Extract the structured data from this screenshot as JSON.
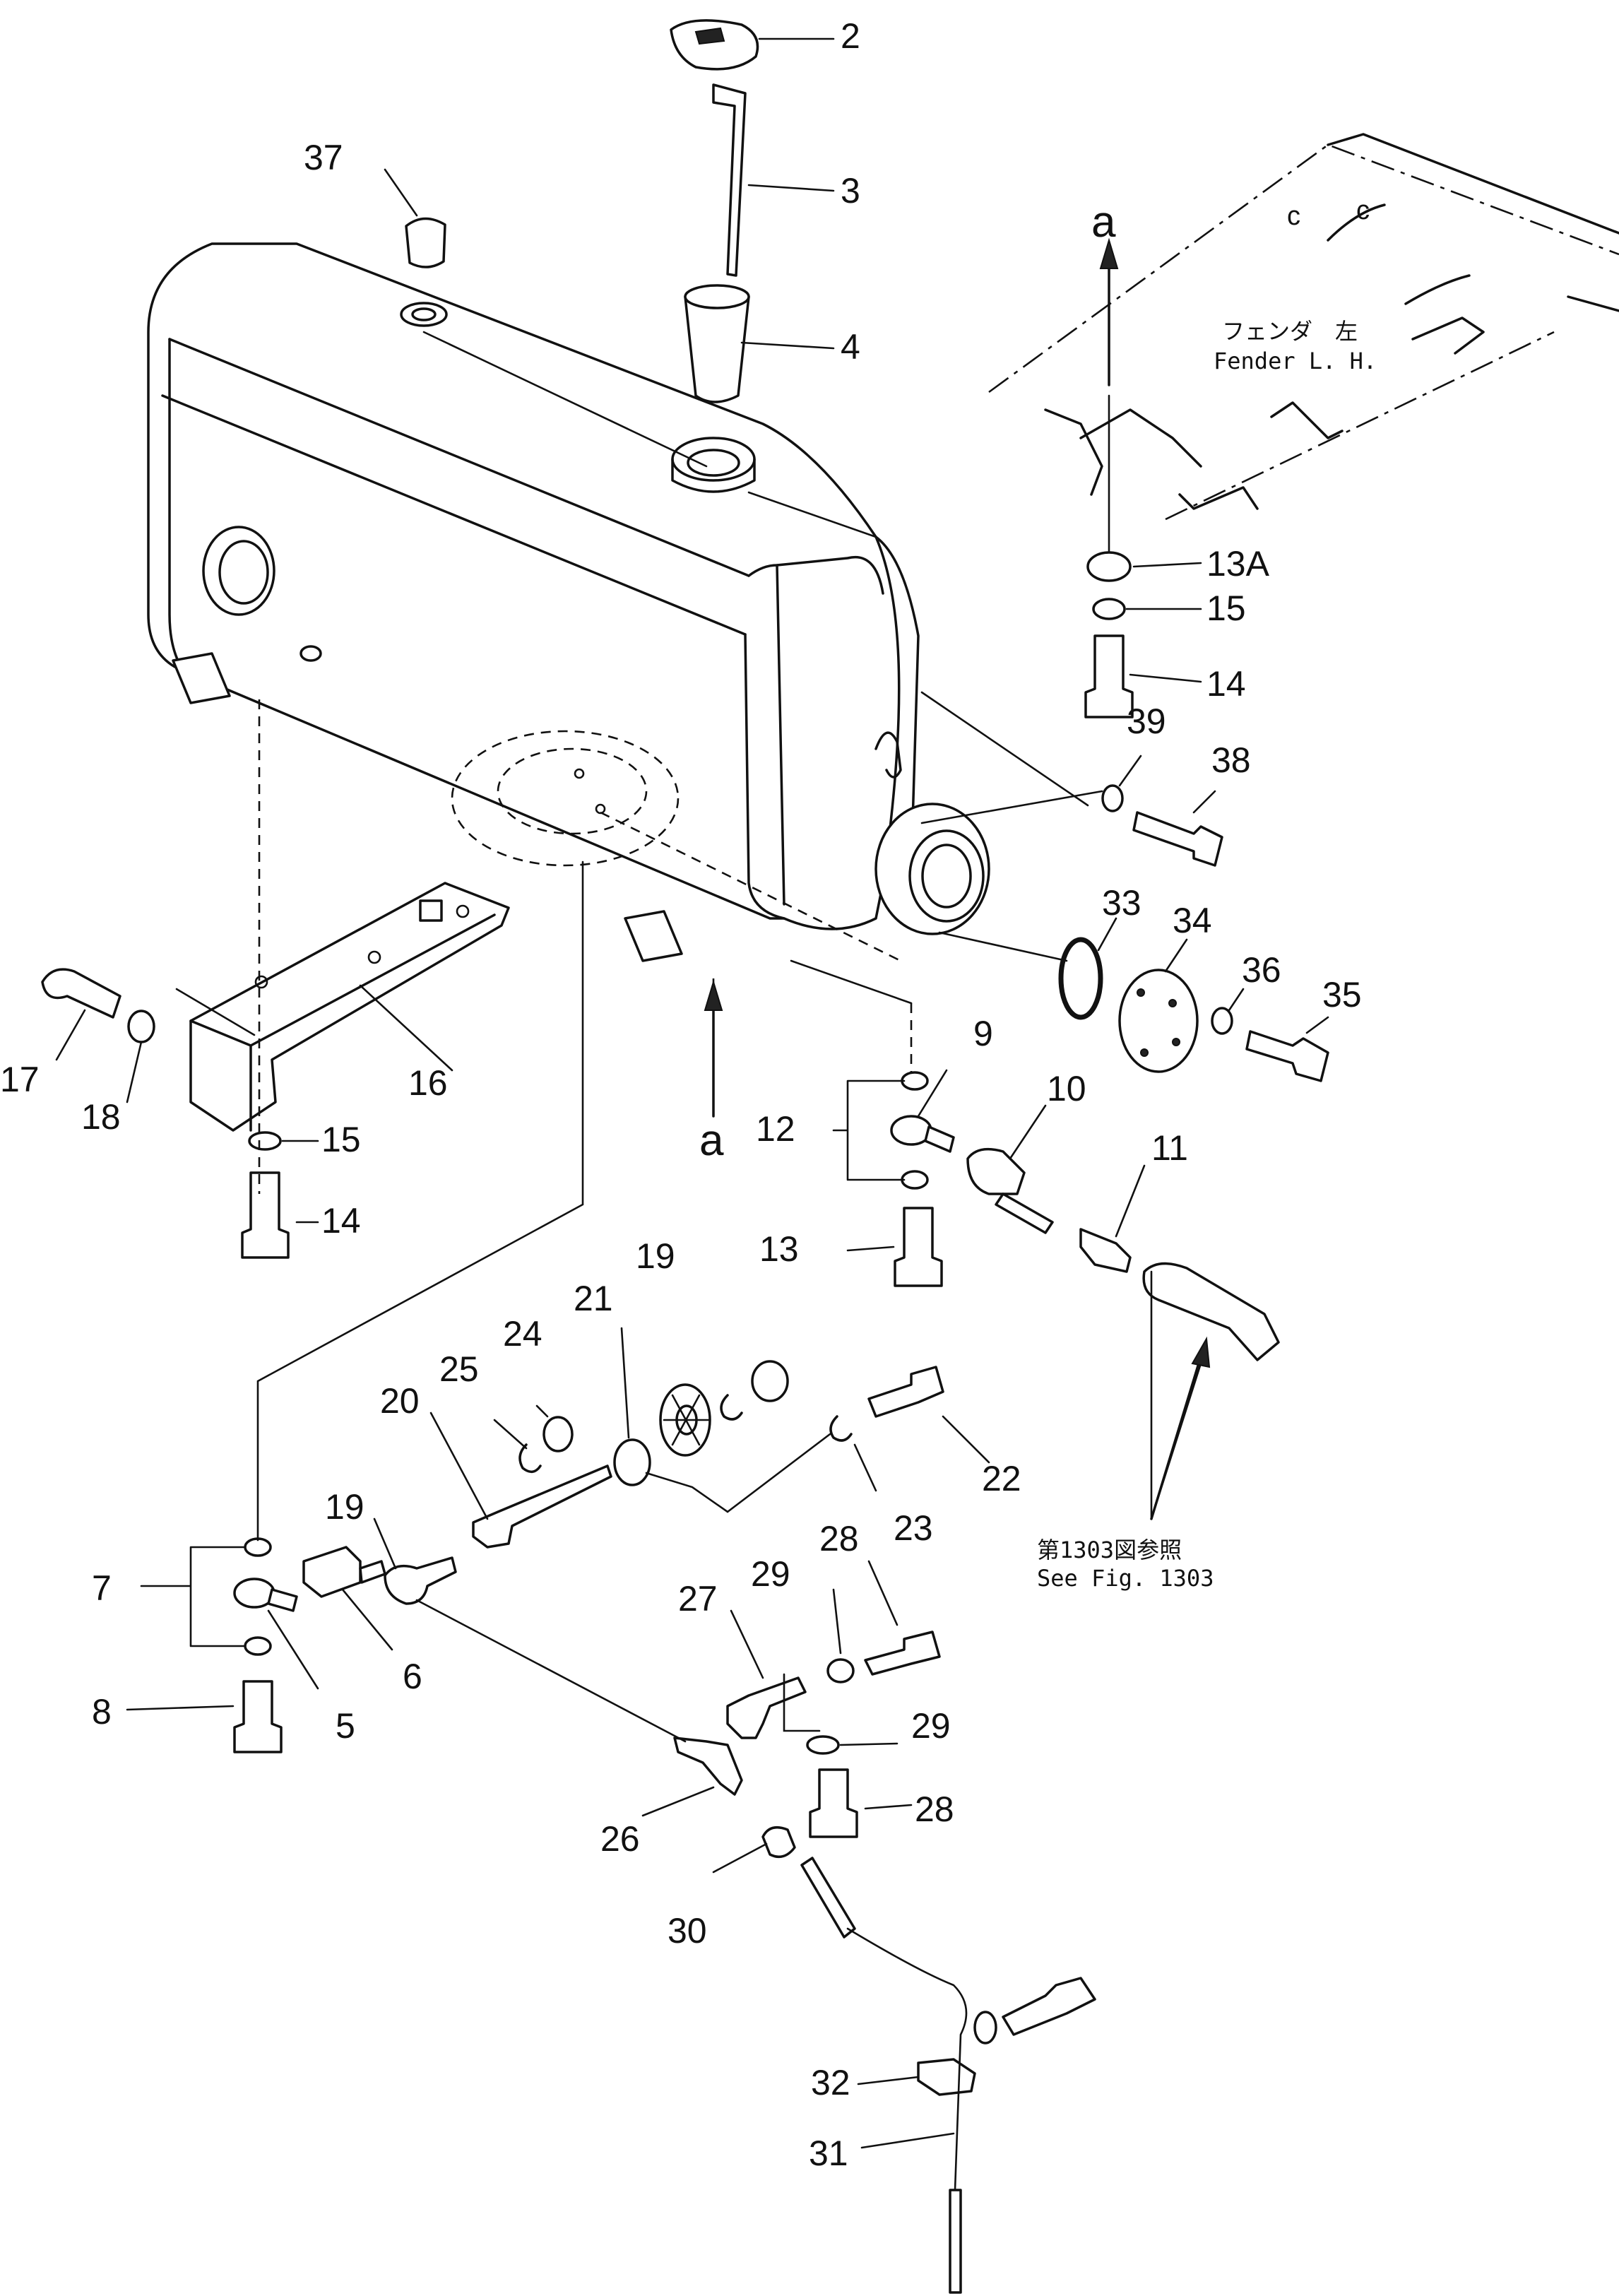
{
  "callouts": {
    "n2": "2",
    "n3": "3",
    "n4": "4",
    "n37": "37",
    "n13A": "13A",
    "n15a": "15",
    "n14a": "14",
    "n39": "39",
    "n38": "38",
    "n33": "33",
    "n34": "34",
    "n36": "36",
    "n35": "35",
    "n9": "9",
    "n10": "10",
    "n11": "11",
    "n12": "12",
    "n13": "13",
    "n17": "17",
    "n18": "18",
    "n16": "16",
    "n15b": "15",
    "n14b": "14",
    "n19a": "19",
    "n21": "21",
    "n24": "24",
    "n25": "25",
    "n20": "20",
    "n19b": "19",
    "n22": "22",
    "n23": "23",
    "n7": "7",
    "n5": "5",
    "n6": "6",
    "n8": "8",
    "n28a": "28",
    "n29a": "29",
    "n27": "27",
    "n29b": "29",
    "n28b": "28",
    "n26": "26",
    "n30": "30",
    "n32": "32",
    "n31": "31"
  },
  "ref_markers": {
    "top": "a",
    "bottom": "a"
  },
  "fender_label": {
    "jp": "フェンダ　左",
    "en": "Fender  L. H."
  },
  "fig_reference": {
    "jp": "第1303図参照",
    "en": "See  Fig.  1303"
  }
}
